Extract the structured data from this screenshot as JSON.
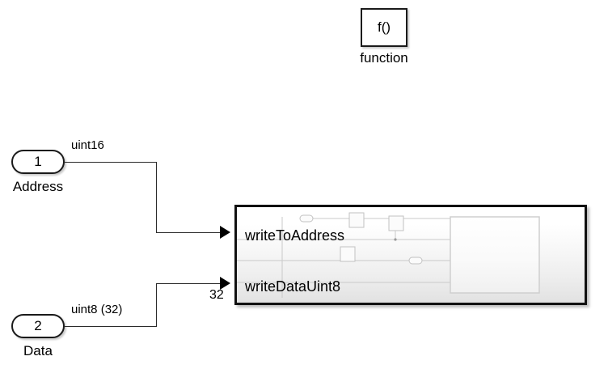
{
  "diagram": {
    "title": "Simulink block diagram",
    "background_color": "#ffffff",
    "line_color": "#2b2b2b",
    "block_border_color": "#111111"
  },
  "function_block": {
    "symbol": "f()",
    "label": "function"
  },
  "inports": [
    {
      "number": "1",
      "name": "Address",
      "signal_label": "uint16"
    },
    {
      "number": "2",
      "name": "Data",
      "signal_label": "uint8 (32)"
    }
  ],
  "subsystem": {
    "ports": [
      {
        "label": "writeToAddress",
        "width_annotation": ""
      },
      {
        "label": "writeDataUint8",
        "width_annotation": "32"
      }
    ]
  }
}
